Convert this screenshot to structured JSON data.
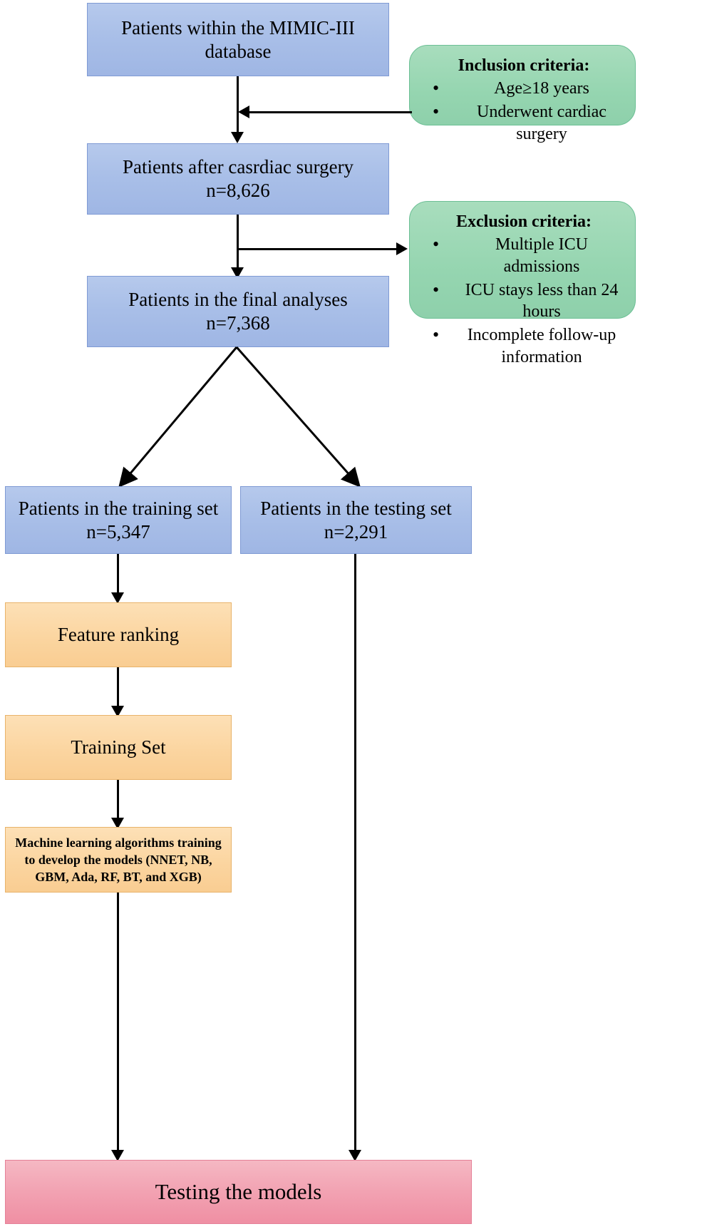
{
  "diagram": {
    "type": "flowchart",
    "title": "Study cohort selection and machine learning model development flowchart"
  },
  "nodes": {
    "source_cohort": {
      "line1": "Patients within the MIMIC-III",
      "line2": "database",
      "color": "#a9bfe8"
    },
    "after_surgery": {
      "line1": "Patients after casrdiac surgery",
      "line2": "n=8,626",
      "color": "#a9bfe8"
    },
    "final_analyses": {
      "line1": "Patients in the final analyses",
      "line2": "n=7,368",
      "color": "#a9bfe8"
    },
    "training_set": {
      "line1": "Patients in the training set",
      "line2": "n=5,347",
      "color": "#a9bfe8"
    },
    "testing_set": {
      "line1": "Patients in the testing set",
      "line2": "n=2,291",
      "color": "#a9bfe8"
    },
    "feature_ranking": {
      "line1": "Feature ranking",
      "color": "#fbd5a0"
    },
    "training_set_box": {
      "line1": "Training Set",
      "color": "#fbd5a0"
    },
    "ml_training": {
      "line1": "Machine learning algorithms training",
      "line2": "to develop the models (NNET, NB,",
      "line3": "GBM, Ada, RF, BT, and XGB)",
      "color": "#fbd5a0"
    },
    "testing_models": {
      "line1": "Testing the models",
      "color": "#ef8fa3"
    }
  },
  "callouts": {
    "inclusion": {
      "title": "Inclusion criteria:",
      "items": [
        "Age≥18 years",
        "Underwent cardiac surgery"
      ],
      "color": "#95d5b0"
    },
    "exclusion": {
      "title": "Exclusion criteria:",
      "items": [
        "Multiple ICU admissions",
        " ICU stays less than 24 hours",
        "Incomplete follow-up information"
      ],
      "color": "#95d5b0"
    }
  },
  "edges": [
    {
      "from": "source_cohort",
      "to": "after_surgery",
      "style": "arrow-down"
    },
    {
      "from": "inclusion",
      "to": "source-to-surgery-connector",
      "style": "arrow-left"
    },
    {
      "from": "after_surgery",
      "to": "final_analyses",
      "style": "arrow-down"
    },
    {
      "from": "surgery-to-final-connector",
      "to": "exclusion",
      "style": "arrow-right"
    },
    {
      "from": "final_analyses",
      "to": "training_set",
      "style": "diagonal-arrow"
    },
    {
      "from": "final_analyses",
      "to": "testing_set",
      "style": "diagonal-arrow"
    },
    {
      "from": "training_set",
      "to": "feature_ranking",
      "style": "arrow-down"
    },
    {
      "from": "feature_ranking",
      "to": "training_set_box",
      "style": "arrow-down"
    },
    {
      "from": "training_set_box",
      "to": "ml_training",
      "style": "arrow-down"
    },
    {
      "from": "ml_training",
      "to": "testing_models",
      "style": "arrow-down"
    },
    {
      "from": "testing_set",
      "to": "testing_models",
      "style": "arrow-down"
    }
  ]
}
